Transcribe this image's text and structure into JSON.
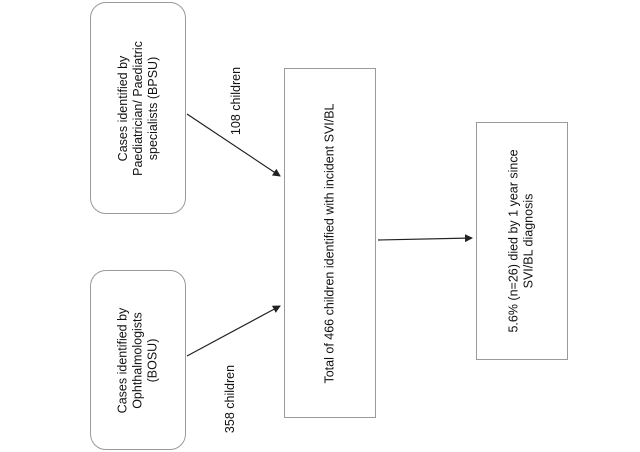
{
  "nodes": {
    "bpsu": {
      "lines": [
        "Cases identified by",
        "Paediatrician/ Paediatric",
        "specialists (BPSU)"
      ]
    },
    "bosu": {
      "lines": [
        "Cases identified by",
        "Ophthalmologists",
        "(BOSU)"
      ]
    },
    "total": {
      "lines": [
        "Total of 466 children identified with incident SVI/BL"
      ]
    },
    "died": {
      "lines": [
        "5.6% (n=26) died by 1 year since",
        "SVI/BL diagnosis"
      ]
    }
  },
  "edges": {
    "bpsu_to_total": {
      "label": "108 children"
    },
    "bosu_to_total": {
      "label": "358 children"
    },
    "total_to_died": {
      "label": ""
    }
  }
}
